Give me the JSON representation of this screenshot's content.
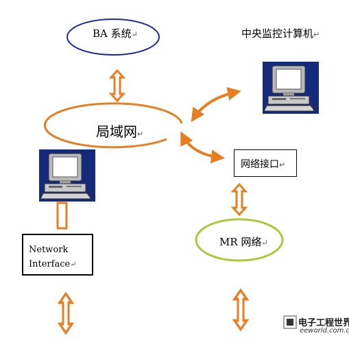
{
  "nodes": {
    "ba_system": "BA 系统",
    "central_computer": "中央监控计算机",
    "lan": "局域网",
    "network_interface_line1": "Network",
    "network_interface_line2": "Interface",
    "network_interface_port": "网络接口",
    "mr_network": "MR 网络"
  },
  "para_mark": "↵",
  "watermark": {
    "brand": "电子工程世界",
    "site": "eeworld.com.cn"
  },
  "colors": {
    "arrow": "#e67e22",
    "ba_ellipse_border": "#1c2a99",
    "lan_ellipse_border": "#e67e22",
    "mr_ellipse_border": "#a6c83a",
    "monitor_screen": "#ffffff",
    "monitor_bg": "#152a7a",
    "computer_body": "#c8c8c8"
  },
  "icons": [
    "computer-icon",
    "double-arrow-icon",
    "curved-arrow-icon"
  ]
}
